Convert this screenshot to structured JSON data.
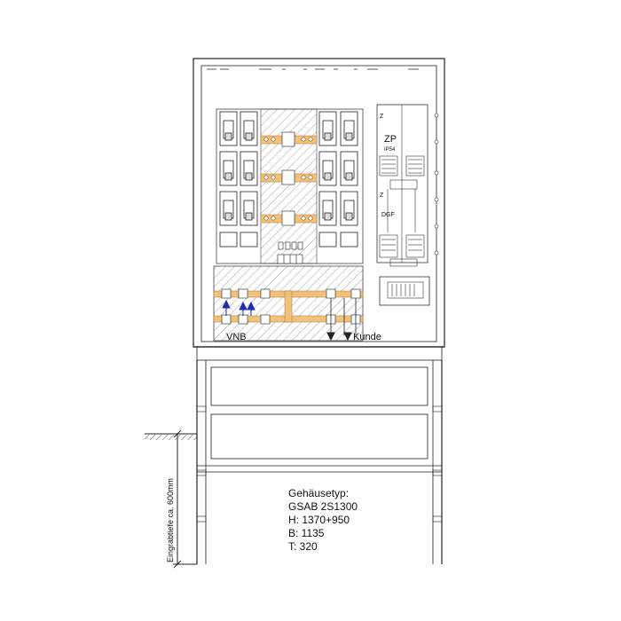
{
  "labels": {
    "vnb": "VNB",
    "kunde": "Kunde",
    "zp": "ZP",
    "zp_sub": "IP54",
    "z_top": "Z",
    "z_mid": "Z",
    "dgf": "DGF",
    "depth": "Eingrabtiefe ca. 600mm"
  },
  "specs": {
    "heading": "Gehäusetyp:",
    "type": "GSAB 2S1300",
    "height": "H: 1370+950",
    "width": "B: 1135",
    "depth": "T: 320"
  },
  "colors": {
    "busbar": "#f2c27a",
    "hatch": "#777777",
    "line": "#222222",
    "arrow": "#1f2bb0"
  }
}
